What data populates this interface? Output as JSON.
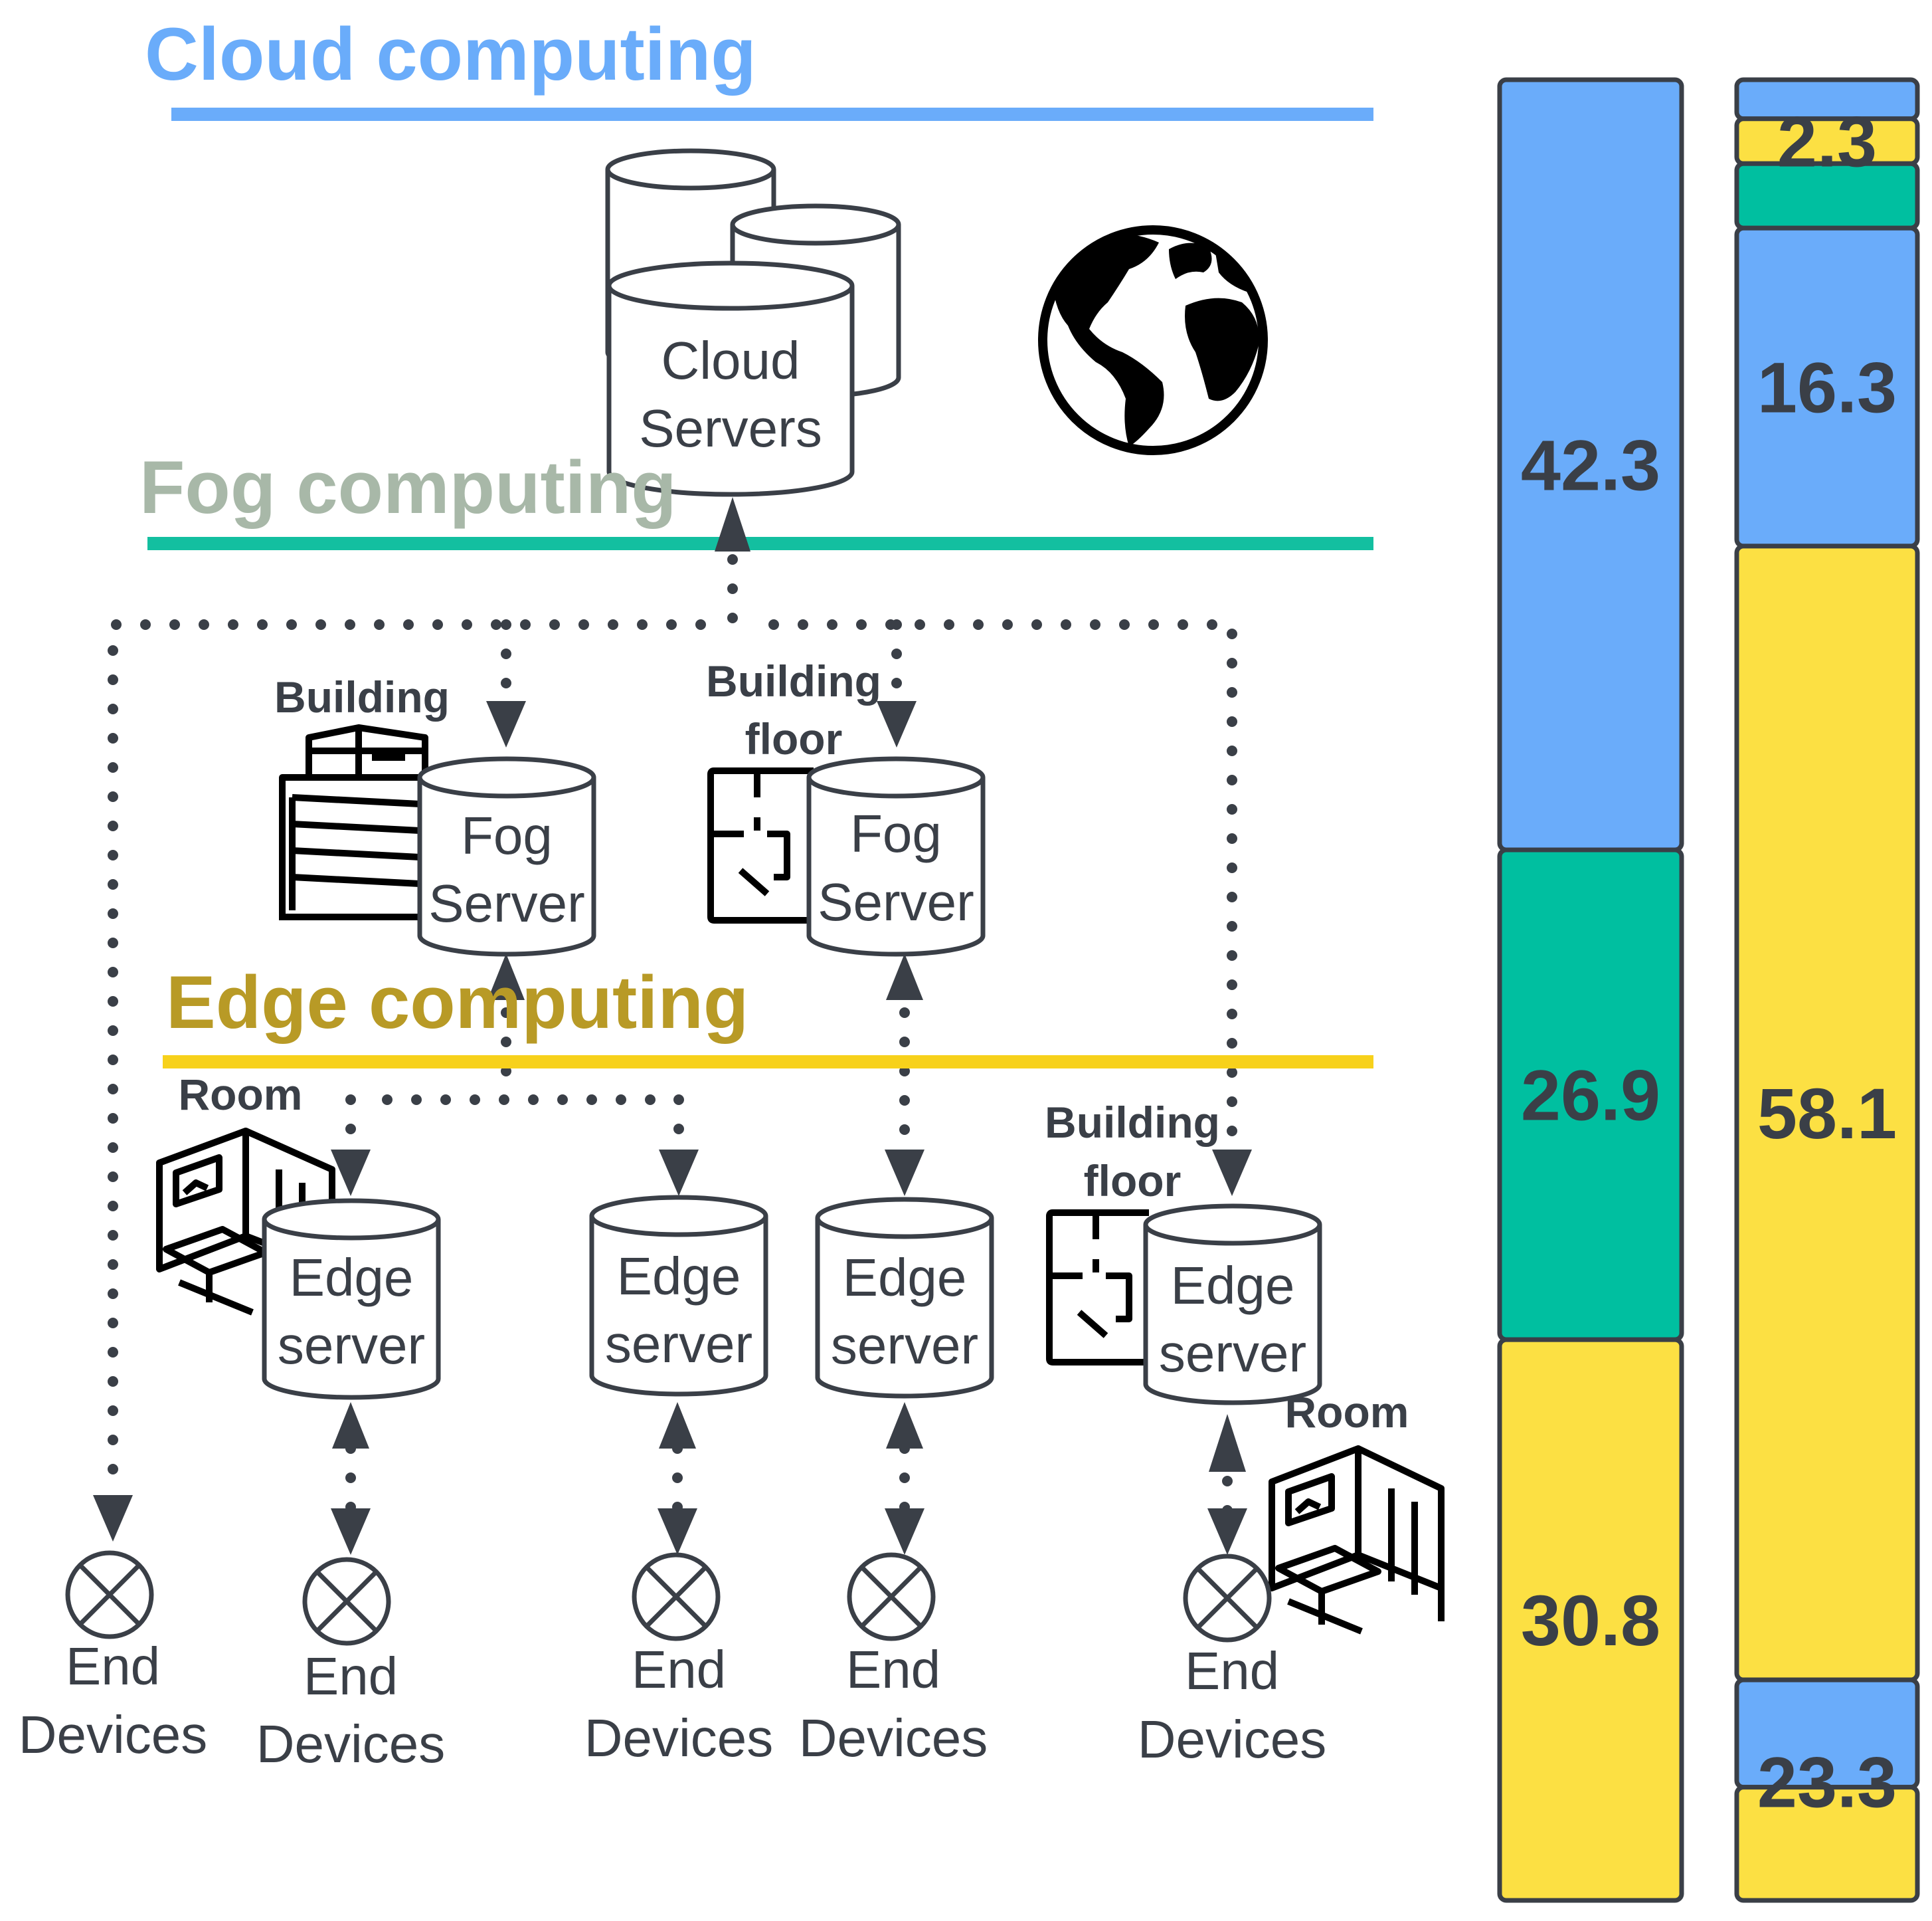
{
  "colors": {
    "cloud": "#6aacfa",
    "fog_title": "#a8b8a8",
    "fog_line": "#13bfa0",
    "edge_title": "#b89a26",
    "edge_line": "#f7d11b",
    "bar_blue": "#6aacfa",
    "bar_green": "#00bfa0",
    "bar_yellow": "#fce043",
    "ink": "#3a3f47"
  },
  "layers": {
    "cloud": "Cloud computing",
    "fog": "Fog computing",
    "edge": "Edge computing"
  },
  "cloud_servers": {
    "line1": "Cloud",
    "line2": "Servers"
  },
  "globe": "globe-icon",
  "fog_nodes": [
    {
      "context": [
        "Building"
      ],
      "line1": "Fog",
      "line2": "Server",
      "icon": "office-building-icon"
    },
    {
      "context": [
        "Building",
        "floor"
      ],
      "line1": "Fog",
      "line2": "Server",
      "icon": "floor-plan-icon"
    }
  ],
  "edge_nodes": [
    {
      "context": [
        "Room"
      ],
      "line1": "Edge",
      "line2": "server",
      "icon": "room-interior-icon"
    },
    {
      "context": [],
      "line1": "Edge",
      "line2": "server"
    },
    {
      "context": [],
      "line1": "Edge",
      "line2": "server"
    },
    {
      "context": [
        "Building",
        "floor"
      ],
      "line1": "Edge",
      "line2": "server",
      "icon": "floor-plan-icon"
    }
  ],
  "room_label_2": "Room",
  "end_devices": [
    {
      "line1": "End",
      "line2": "Devices"
    },
    {
      "line1": "End",
      "line2": "Devices"
    },
    {
      "line1": "End",
      "line2": "Devices"
    },
    {
      "line1": "End",
      "line2": "Devices"
    },
    {
      "line1": "End",
      "line2": "Devices"
    }
  ],
  "bars": [
    {
      "segments": [
        {
          "layer": "cloud",
          "value": 42.3,
          "label": "42.3"
        },
        {
          "layer": "fog",
          "value": 26.9,
          "label": "26.9"
        },
        {
          "layer": "edge",
          "value": 30.8,
          "label": "30.8"
        }
      ]
    },
    {
      "segments": [
        {
          "layer": "cloud",
          "value": 2.0,
          "label": ""
        },
        {
          "layer": "edge",
          "value": 2.3,
          "label": "2.3"
        },
        {
          "layer": "fog",
          "value": 3.3,
          "label": ""
        },
        {
          "layer": "cloud",
          "value": 16.3,
          "label": "16.3"
        },
        {
          "layer": "edge",
          "value": 58.1,
          "label": "58.1"
        },
        {
          "layer": "cloud",
          "value": 5.5,
          "label": ""
        },
        {
          "layer": "edge",
          "value": 5.8,
          "label": "23.3"
        }
      ]
    }
  ]
}
